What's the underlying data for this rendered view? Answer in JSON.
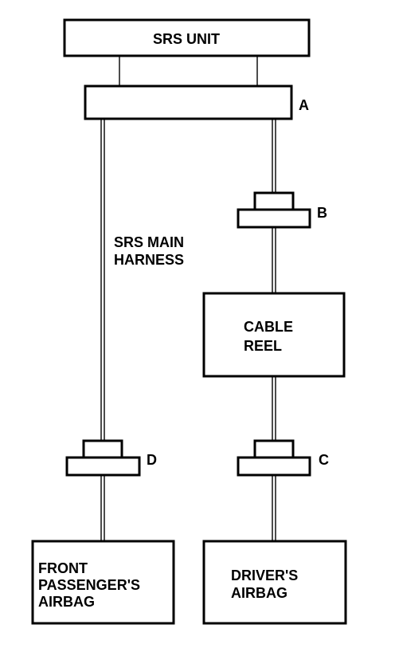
{
  "diagram": {
    "srs_unit": "SRS UNIT",
    "connector_a": "A",
    "connector_b": "B",
    "connector_c": "C",
    "connector_d": "D",
    "harness_line1": "SRS MAIN",
    "harness_line2": "HARNESS",
    "cable_reel_line1": "CABLE",
    "cable_reel_line2": "REEL",
    "passenger_line1": "FRONT",
    "passenger_line2": "PASSENGER'S",
    "passenger_line3": "AIRBAG",
    "driver_line1": "DRIVER'S",
    "driver_line2": "AIRBAG"
  }
}
